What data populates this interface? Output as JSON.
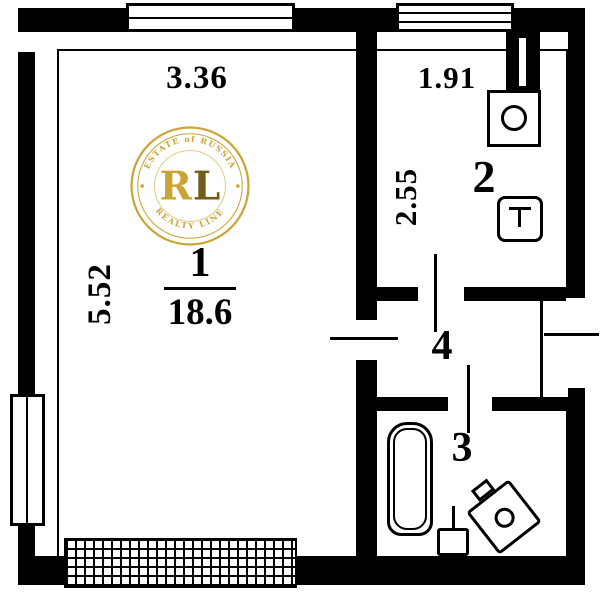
{
  "plan_title": "apartment-floor-plan",
  "palette": {
    "ink": "#000000",
    "paper": "#ffffff",
    "gold": "#c9a22e",
    "gold_dark": "#6d5713"
  },
  "rooms": {
    "room1": {
      "number": "1",
      "area": "18.6",
      "dim_top": "3.36",
      "dim_side": "5.52"
    },
    "room2": {
      "number": "2",
      "dim_top": "1.91",
      "dim_side": "2.55"
    },
    "room3": {
      "number": "3"
    },
    "room4": {
      "number": "4"
    }
  },
  "fixtures": [
    "water-heater",
    "kitchen-sink",
    "bathtub",
    "toilet",
    "washbasin"
  ],
  "features": [
    "balcony-hatch",
    "entrance-door",
    "windows",
    "vent-shaft"
  ],
  "watermark": {
    "arc_top": "ESTATE of RUSSIA",
    "monogram_r": "R",
    "monogram_l": "L",
    "arc_bottom": "REALTY LINE"
  }
}
